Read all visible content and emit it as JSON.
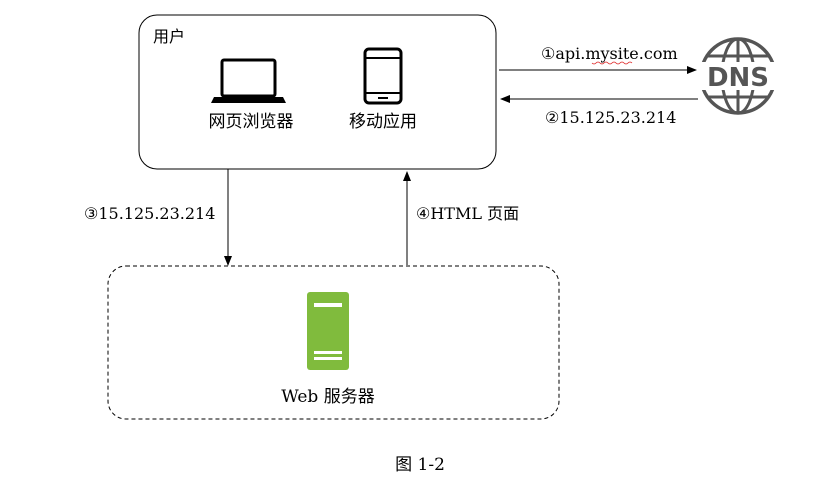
{
  "user_group": {
    "title": "用户",
    "browser_label": "网页浏览器",
    "mobile_label": "移动应用"
  },
  "dns": {
    "icon_text": "DNS",
    "request_label": "①api.mysite.com",
    "response_label": "②15.125.23.214"
  },
  "web": {
    "request_label": "③15.125.23.214",
    "response_label": "④HTML 页面",
    "server_label": "Web 服务器"
  },
  "caption": "图 1-2",
  "colors": {
    "server_green": "#80bb3d",
    "stroke": "#000000",
    "dns_icon": "#555555"
  }
}
